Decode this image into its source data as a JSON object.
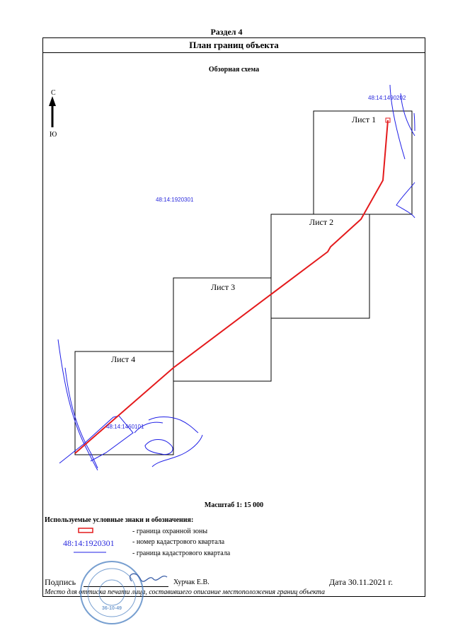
{
  "section_title": "Раздел 4",
  "plan_title": "План границ объекта",
  "overview_title": "Обзорная схема",
  "compass": {
    "north": "С",
    "south": "Ю"
  },
  "sheets": [
    {
      "label": "Лист 1"
    },
    {
      "label": "Лист 2"
    },
    {
      "label": "Лист 3"
    },
    {
      "label": "Лист 4"
    }
  ],
  "cadastral_labels": {
    "q1490202": "48:14:1490202",
    "q1920301": "48:14:1920301",
    "q1460101": "48:14:1460101"
  },
  "scale": "Масштаб 1: 15 000",
  "legend": {
    "heading": "Используемые условные знаки и обозначения:",
    "items": [
      {
        "symbol": "red-rectangle",
        "text": "- граница  охранной зоны"
      },
      {
        "symbol_text": "48:14:1920301",
        "text": "- номер кадастрового квартала"
      },
      {
        "symbol": "blue-line",
        "text": "- граница кадастрового квартала"
      }
    ]
  },
  "footer": {
    "signature": "Подпись",
    "signer": "Хурчак Е.В.",
    "date": "Дата 30.11.2021 г.",
    "stamp_note": "Место для оттиска печати лица, составившего описание местоположения границ объекта"
  },
  "stamp": {
    "number": "36-10-49"
  },
  "colors": {
    "route": "#e41a1c",
    "cadastral": "#1f1fe6",
    "label_blue": "#2b2bdd"
  }
}
